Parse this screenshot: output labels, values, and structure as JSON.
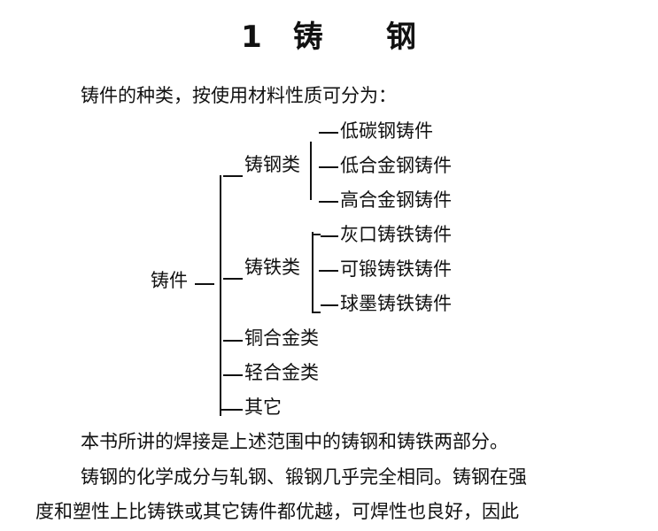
{
  "title": {
    "number": "1",
    "word_1": "铸",
    "word_2": "钢"
  },
  "intro": "铸件的种类，按使用材料性质可分为：",
  "tree": {
    "root": "铸件",
    "root_connector": "—",
    "branches": [
      {
        "label": "铸钢类",
        "children": [
          "低碳钢铸件",
          "低合金钢铸件",
          "高合金钢铸件"
        ]
      },
      {
        "label": "铸铁类",
        "children": [
          "灰口铸铁铸件",
          "可锻铸铁铸件",
          "球墨铸铁铸件"
        ]
      },
      {
        "label": "铜合金类"
      },
      {
        "label": "轻合金类"
      },
      {
        "label": "其它"
      }
    ]
  },
  "paragraphs": [
    "本书所讲的焊接是上述范围中的铸钢和铸铁两部分。",
    "铸钢的化学成分与轧钢、锻钢几乎完全相同。铸钢在强",
    "度和塑性上比铸铁或其它铸件都优越，可焊性也良好，因此"
  ]
}
